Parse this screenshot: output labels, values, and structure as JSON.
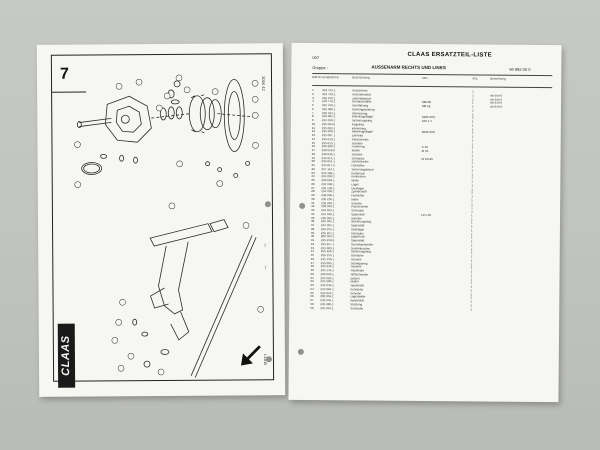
{
  "drawing_sheet": {
    "page_number": "7",
    "side_code": "3056 42",
    "brand": "CLAAS",
    "print_code": "L1815"
  },
  "parts_list": {
    "title": "CLAAS ERSATZTEIL-LISTE",
    "group_label": "Gruppe :",
    "group_number": "007",
    "group_title": "AUSSENARM RECHTS UND LINKS",
    "doc_ref": "94 982 00 0",
    "columns": [
      "Bild Nr.",
      "Ersatzteil Nr.",
      "Bezeichnung",
      "DIN",
      "Anz.",
      "Bemerkung"
    ],
    "rows": [
      [
        "1",
        "933 752.1",
        "Aussenarm",
        "",
        "1",
        ""
      ],
      [
        "2",
        "933 750.1",
        "Achsrohrstück",
        "",
        "1",
        "Ab 949 6"
      ],
      [
        "3",
        "932 076.1",
        "Zahnradachse",
        "",
        "1",
        "Ab 949 6"
      ],
      [
        "4",
        "234 776.1",
        "Gehäusehälfte",
        "M8x30",
        "1",
        "Ab 949 6"
      ],
      [
        "5",
        "232 378.1",
        "Verstärkung",
        "M8 Lg.",
        "1",
        "Ab 949 6"
      ],
      [
        "6",
        "932 388.1",
        "Gleitringdichtung",
        "",
        "1",
        ""
      ],
      [
        "7",
        "238 334.1",
        "Simmerring",
        "",
        "1",
        ""
      ],
      [
        "8",
        "239 065.1",
        "Rillenkugellager",
        "6206 2RS",
        "2",
        ""
      ],
      [
        "9",
        "234 018.1",
        "Sicherungsring",
        "100 x 4",
        "1",
        ""
      ],
      [
        "10",
        "235 004.0",
        "Kegelrad",
        "",
        "1",
        ""
      ],
      [
        "11",
        "235 003.1",
        "Winkelring",
        "",
        "1",
        ""
      ],
      [
        "12",
        "235 008.1",
        "Rillenkugellager",
        "6006 2RS",
        "2",
        ""
      ],
      [
        "13",
        "235 007.1",
        "Zahnrad",
        "",
        "1",
        ""
      ],
      [
        "14",
        "235 010.1",
        "Passscheibe",
        "",
        "1",
        ""
      ],
      [
        "15",
        "235 015.1",
        "Scheibe",
        "",
        "1",
        ""
      ],
      [
        "16",
        "920 280.1",
        "Federring",
        "A 10",
        "1",
        ""
      ],
      [
        "17",
        "238 018.0",
        "Mutter",
        "M 10",
        "1",
        ""
      ],
      [
        "18",
        "238 038.1",
        "Scheibe",
        "",
        "1",
        ""
      ],
      [
        "19",
        "235 014.1",
        "Schraube",
        "M 10x25",
        "1",
        ""
      ],
      [
        "20",
        "935 021.1",
        "Zahnscheibe",
        "",
        "1",
        ""
      ],
      [
        "21",
        "234 017.0",
        "Hutmutter",
        "",
        "1",
        ""
      ],
      [
        "22",
        "937 114.1",
        "Sicherungsblech",
        "",
        "1",
        ""
      ],
      [
        "23",
        "933 388.1",
        "Kettenrad",
        "",
        "1",
        ""
      ],
      [
        "24",
        "234 030.1",
        "Keilriemen",
        "",
        "1",
        ""
      ],
      [
        "25",
        "200 094.1",
        "Welle",
        "",
        "1",
        ""
      ],
      [
        "26",
        "234 096.1",
        "Lager",
        "",
        "1",
        ""
      ],
      [
        "27",
        "235 136.1",
        "Gleitlager",
        "",
        "1",
        ""
      ],
      [
        "28",
        "234 059.1",
        "Zylinderstift",
        "",
        "2",
        ""
      ],
      [
        "29",
        "238 036.1",
        "Hutmutter",
        "",
        "1",
        ""
      ],
      [
        "30",
        "235 235.1",
        "Nabe",
        "",
        "1",
        ""
      ],
      [
        "31",
        "232 290.1",
        "Scheibe",
        "",
        "1",
        ""
      ],
      [
        "32",
        "238 039.1",
        "Passscheibe",
        "",
        "1",
        ""
      ],
      [
        "33",
        "234 032.1",
        "Schraube",
        "",
        "1",
        ""
      ],
      [
        "34",
        "244 930.1",
        "Spannstift",
        "10 x 40",
        "1",
        ""
      ],
      [
        "35",
        "235 032.1",
        "Scheibe",
        "",
        "1",
        ""
      ],
      [
        "36",
        "235 031.1",
        "Sicherungsring",
        "",
        "1",
        ""
      ],
      [
        "37",
        "244 955.1",
        "Spannstift",
        "",
        "1",
        ""
      ],
      [
        "38",
        "235 252.1",
        "Stützlager",
        "",
        "1",
        ""
      ],
      [
        "39",
        "235 251.1",
        "Schraube",
        "",
        "1",
        ""
      ],
      [
        "40",
        "200 353.1",
        "Lagerbock",
        "",
        "1",
        ""
      ],
      [
        "41",
        "235 250.0",
        "Spannstift",
        "",
        "1",
        ""
      ],
      [
        "42",
        "235 257.1",
        "Sechskantmutter",
        "",
        "1",
        ""
      ],
      [
        "43",
        "231 000.1",
        "Gummibuchse",
        "",
        "1",
        ""
      ],
      [
        "44",
        "235 226.1",
        "Sicherungsring",
        "",
        "1",
        ""
      ],
      [
        "45",
        "239 155.1",
        "Schraube",
        "",
        "1",
        ""
      ],
      [
        "46",
        "235 158.1",
        "Scheibe",
        "",
        "1",
        ""
      ],
      [
        "47",
        "235 085.1",
        "Schnappring",
        "",
        "1",
        ""
      ],
      [
        "48",
        "235 046.1",
        "Scheibe",
        "",
        "1",
        ""
      ],
      [
        "49",
        "235 145.1",
        "Passfeder",
        "",
        "1",
        ""
      ],
      [
        "50",
        "200 000.1",
        "Stiftschraube",
        "",
        "1",
        ""
      ],
      [
        "51",
        "235 220.1",
        "Bolzen",
        "",
        "1",
        ""
      ],
      [
        "52",
        "235 200.1",
        "Mutter",
        "",
        "1",
        ""
      ],
      [
        "53",
        "234 049.1",
        "Spannstift",
        "",
        "1",
        ""
      ],
      [
        "54",
        "235 084.1",
        "Schraube",
        "",
        "1",
        ""
      ],
      [
        "55",
        "235 044.1",
        "Scheibe",
        "",
        "1",
        ""
      ],
      [
        "56",
        "200 059.1",
        "Lagerplatte",
        "",
        "1",
        ""
      ],
      [
        "57",
        "232 045.1",
        "Spannstift",
        "",
        "1",
        ""
      ],
      [
        "58",
        "235 080.1",
        "Stützring",
        "",
        "1",
        ""
      ],
      [
        "59",
        "235 054.1",
        "Schraube",
        "",
        "1",
        ""
      ]
    ]
  }
}
